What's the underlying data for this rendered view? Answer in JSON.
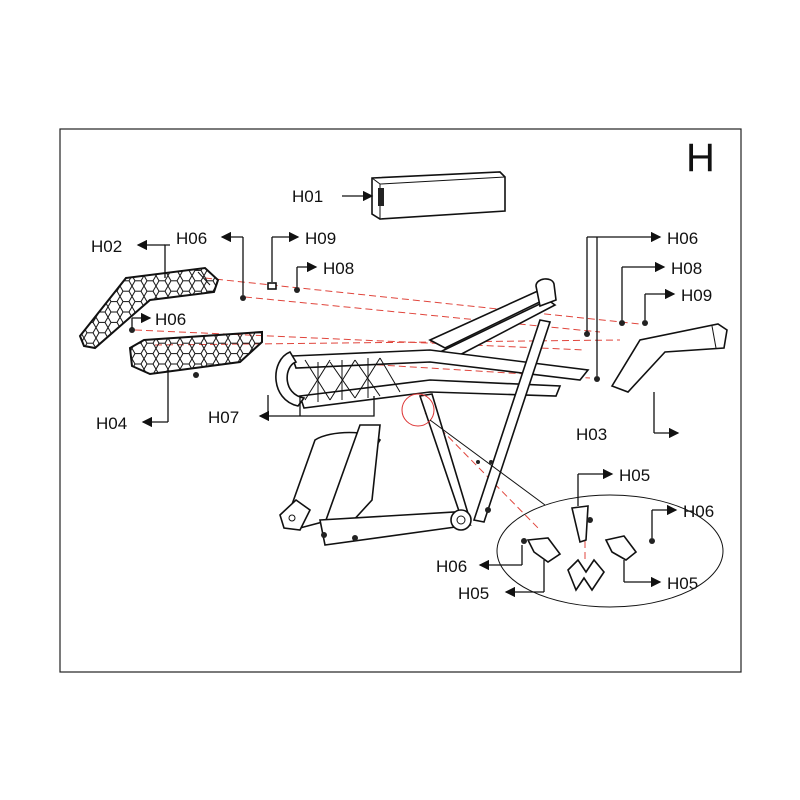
{
  "section_letter": "H",
  "callouts": {
    "h01": "H01",
    "h02": "H02",
    "h03": "H03",
    "h04": "H04",
    "h05_top": "H05",
    "h05_left": "H05",
    "h05_right": "H05",
    "h06_top_left": "H06",
    "h06_mid_left": "H06",
    "h06_top_right": "H06",
    "h06_detail_right": "H06",
    "h06_detail_left": "H06",
    "h07": "H07",
    "h08_left": "H08",
    "h08_right": "H08",
    "h09_left": "H09",
    "h09_right": "H09"
  },
  "colors": {
    "outline": "#111111",
    "assembly_line": "#e0453c",
    "background": "#ffffff"
  }
}
